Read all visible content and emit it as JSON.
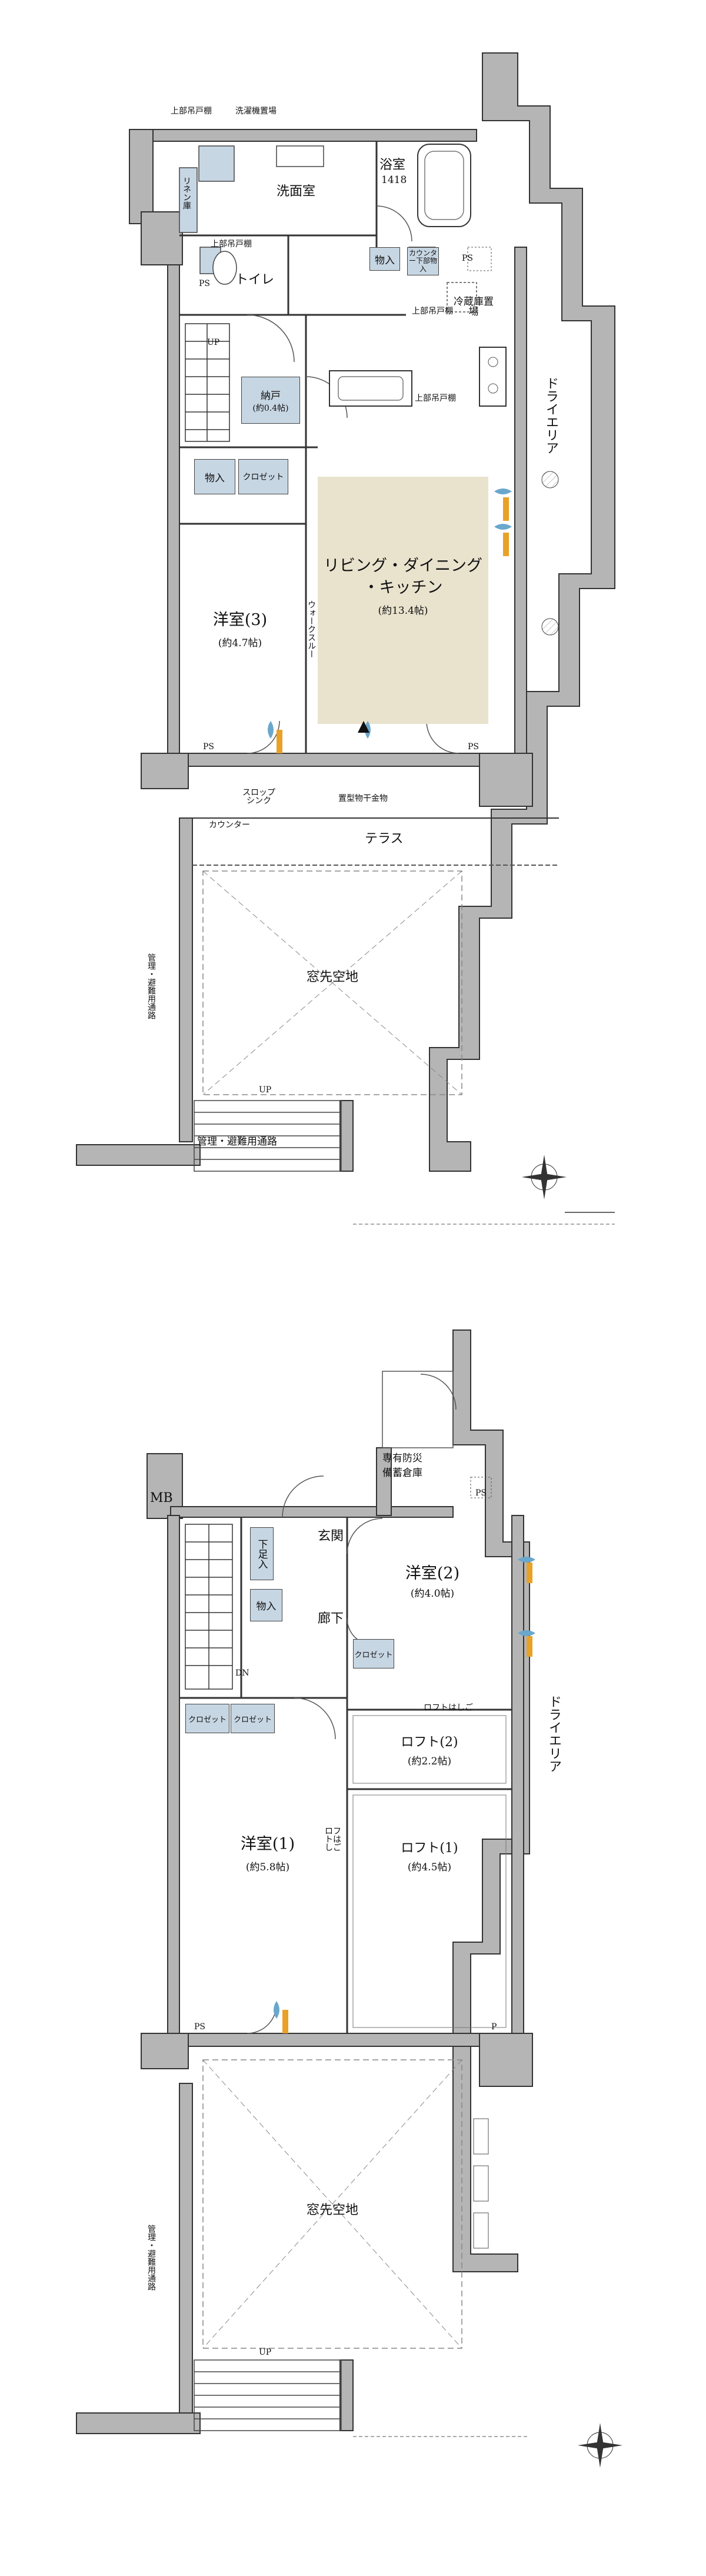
{
  "floors": [
    {
      "rooms": {
        "washroom": "洗面室",
        "bath": "浴室",
        "bath_size": "1418",
        "toilet": "トイレ",
        "storage": "納戸",
        "storage_size": "(約0.4帖)",
        "western_room": "洋室(3)",
        "western_room_size": "(約4.7帖)",
        "ldk_line1": "リビング・ダイニング",
        "ldk_line2": "・キッチン",
        "ldk_size": "(約13.4帖)",
        "terrace": "テラス",
        "window_void": "窓先空地",
        "dry_area": "ドライエリア"
      },
      "labels": {
        "upper_cabinet_top": "上部吊戸棚",
        "washing_machine": "洗濯機置場",
        "linen": "リネン庫",
        "upper_cabinet_toilet": "上部吊戸棚",
        "mono_in_1": "物入",
        "counter_storage": "カウンター下部物入",
        "upper_cabinet_kitchen": "上部吊戸棚",
        "fridge": "冷蔵庫置場",
        "upper_cabinet_kitchen2": "上部吊戸棚",
        "mono_in_2": "物入",
        "closet": "クロゼット",
        "walk_through": "ウォークスルー",
        "ps_1": "PS",
        "ps_2": "PS",
        "ps_3": "PS",
        "ps_4": "PS",
        "slop_sink": "スロップシンク",
        "counter": "カウンター",
        "drying_hardware": "置型物干金物",
        "management_passage": "管理・避難用通路",
        "management_passage_v": "管理・避難用通路",
        "up_1": "UP",
        "up_2": "UP"
      }
    },
    {
      "rooms": {
        "entrance": "玄関",
        "corridor": "廊下",
        "western_room_2": "洋室(2)",
        "western_room_2_size": "(約4.0帖)",
        "loft_2": "ロフト(2)",
        "loft_2_size": "(約2.2帖)",
        "western_room_1": "洋室(1)",
        "western_room_1_size": "(約5.8帖)",
        "loft_1": "ロフト(1)",
        "loft_1_size": "(約4.5帖)",
        "window_void": "窓先空地",
        "dry_area": "ドライエリア"
      },
      "labels": {
        "mb": "MB",
        "disaster_storage_1": "専有防災",
        "disaster_storage_2": "備蓄倉庫",
        "ps_1": "PS",
        "ps_2": "PS",
        "p": "P",
        "shoe_box": "下足入",
        "mono_in": "物入",
        "closet_1": "クロゼット",
        "closet_2": "クロゼット",
        "closet_3": "クロゼット",
        "loft_ladder": "ロフトはしご",
        "loft_ladder_2": "ロフトはしご",
        "dn": "DN",
        "up": "UP",
        "management_passage_v": "管理・避難用通路"
      }
    }
  ],
  "colors": {
    "wall": "#b5b5b5",
    "wall_stroke": "#333333",
    "storage_fill": "#c7d6e3",
    "ldk_fill": "#e9e2cd",
    "vent_blue": "#6aa7cc",
    "vent_orange": "#e9a128"
  },
  "icons": [
    "compass-icon",
    "compass-icon",
    "ventilation-icon",
    "entrance-arrow-icon"
  ]
}
